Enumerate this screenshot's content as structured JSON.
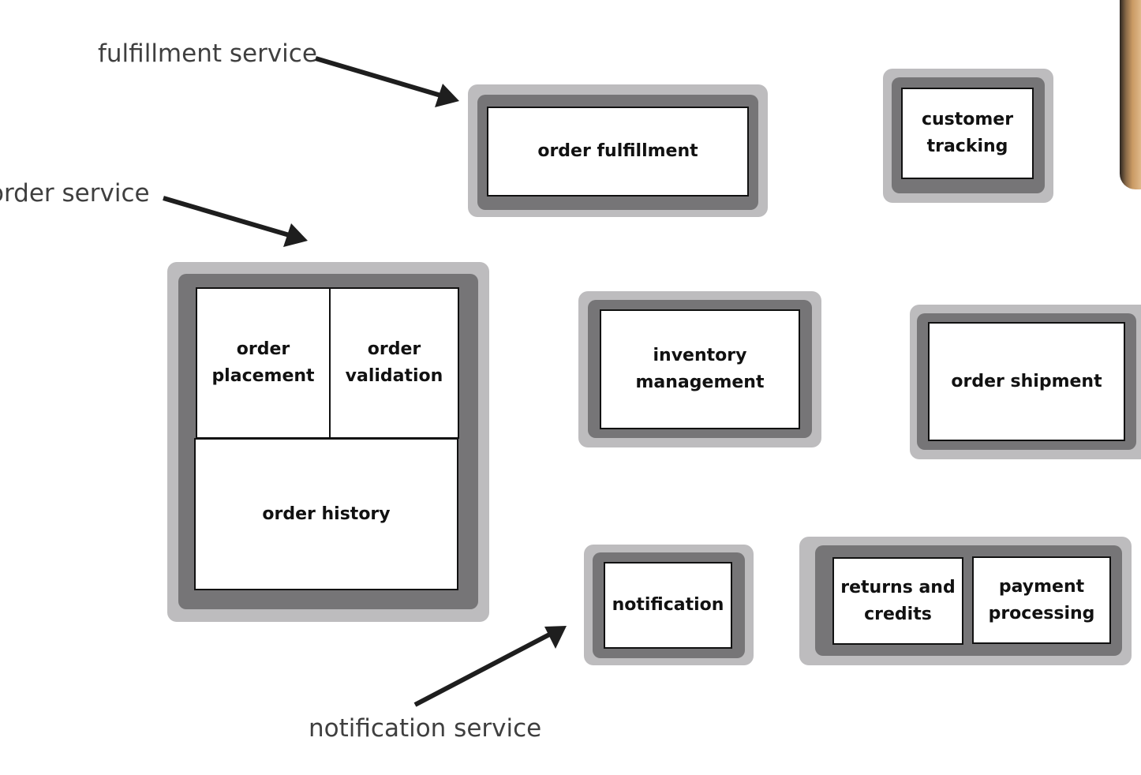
{
  "labels": {
    "fulfillment_service": "fulfillment service",
    "order_service": "order service",
    "notification_service": "notification service"
  },
  "components": {
    "order_fulfillment": "order fulfillment",
    "customer_tracking": "customer\ntracking",
    "order_placement": "order\nplacement",
    "order_validation": "order\nvalidation",
    "order_history": "order history",
    "inventory_management": "inventory\nmanagement",
    "order_shipment": "order shipment",
    "notification": "notification",
    "returns_and_credits": "returns and\ncredits",
    "payment_processing": "payment\nprocessing"
  },
  "colors": {
    "outer_frame": "#bdbcbe",
    "inner_frame": "#767577",
    "cell_fill": "#ffffff",
    "cell_border": "#111111",
    "arrow": "#1e1e1e",
    "label_text": "#3f3f3f"
  }
}
